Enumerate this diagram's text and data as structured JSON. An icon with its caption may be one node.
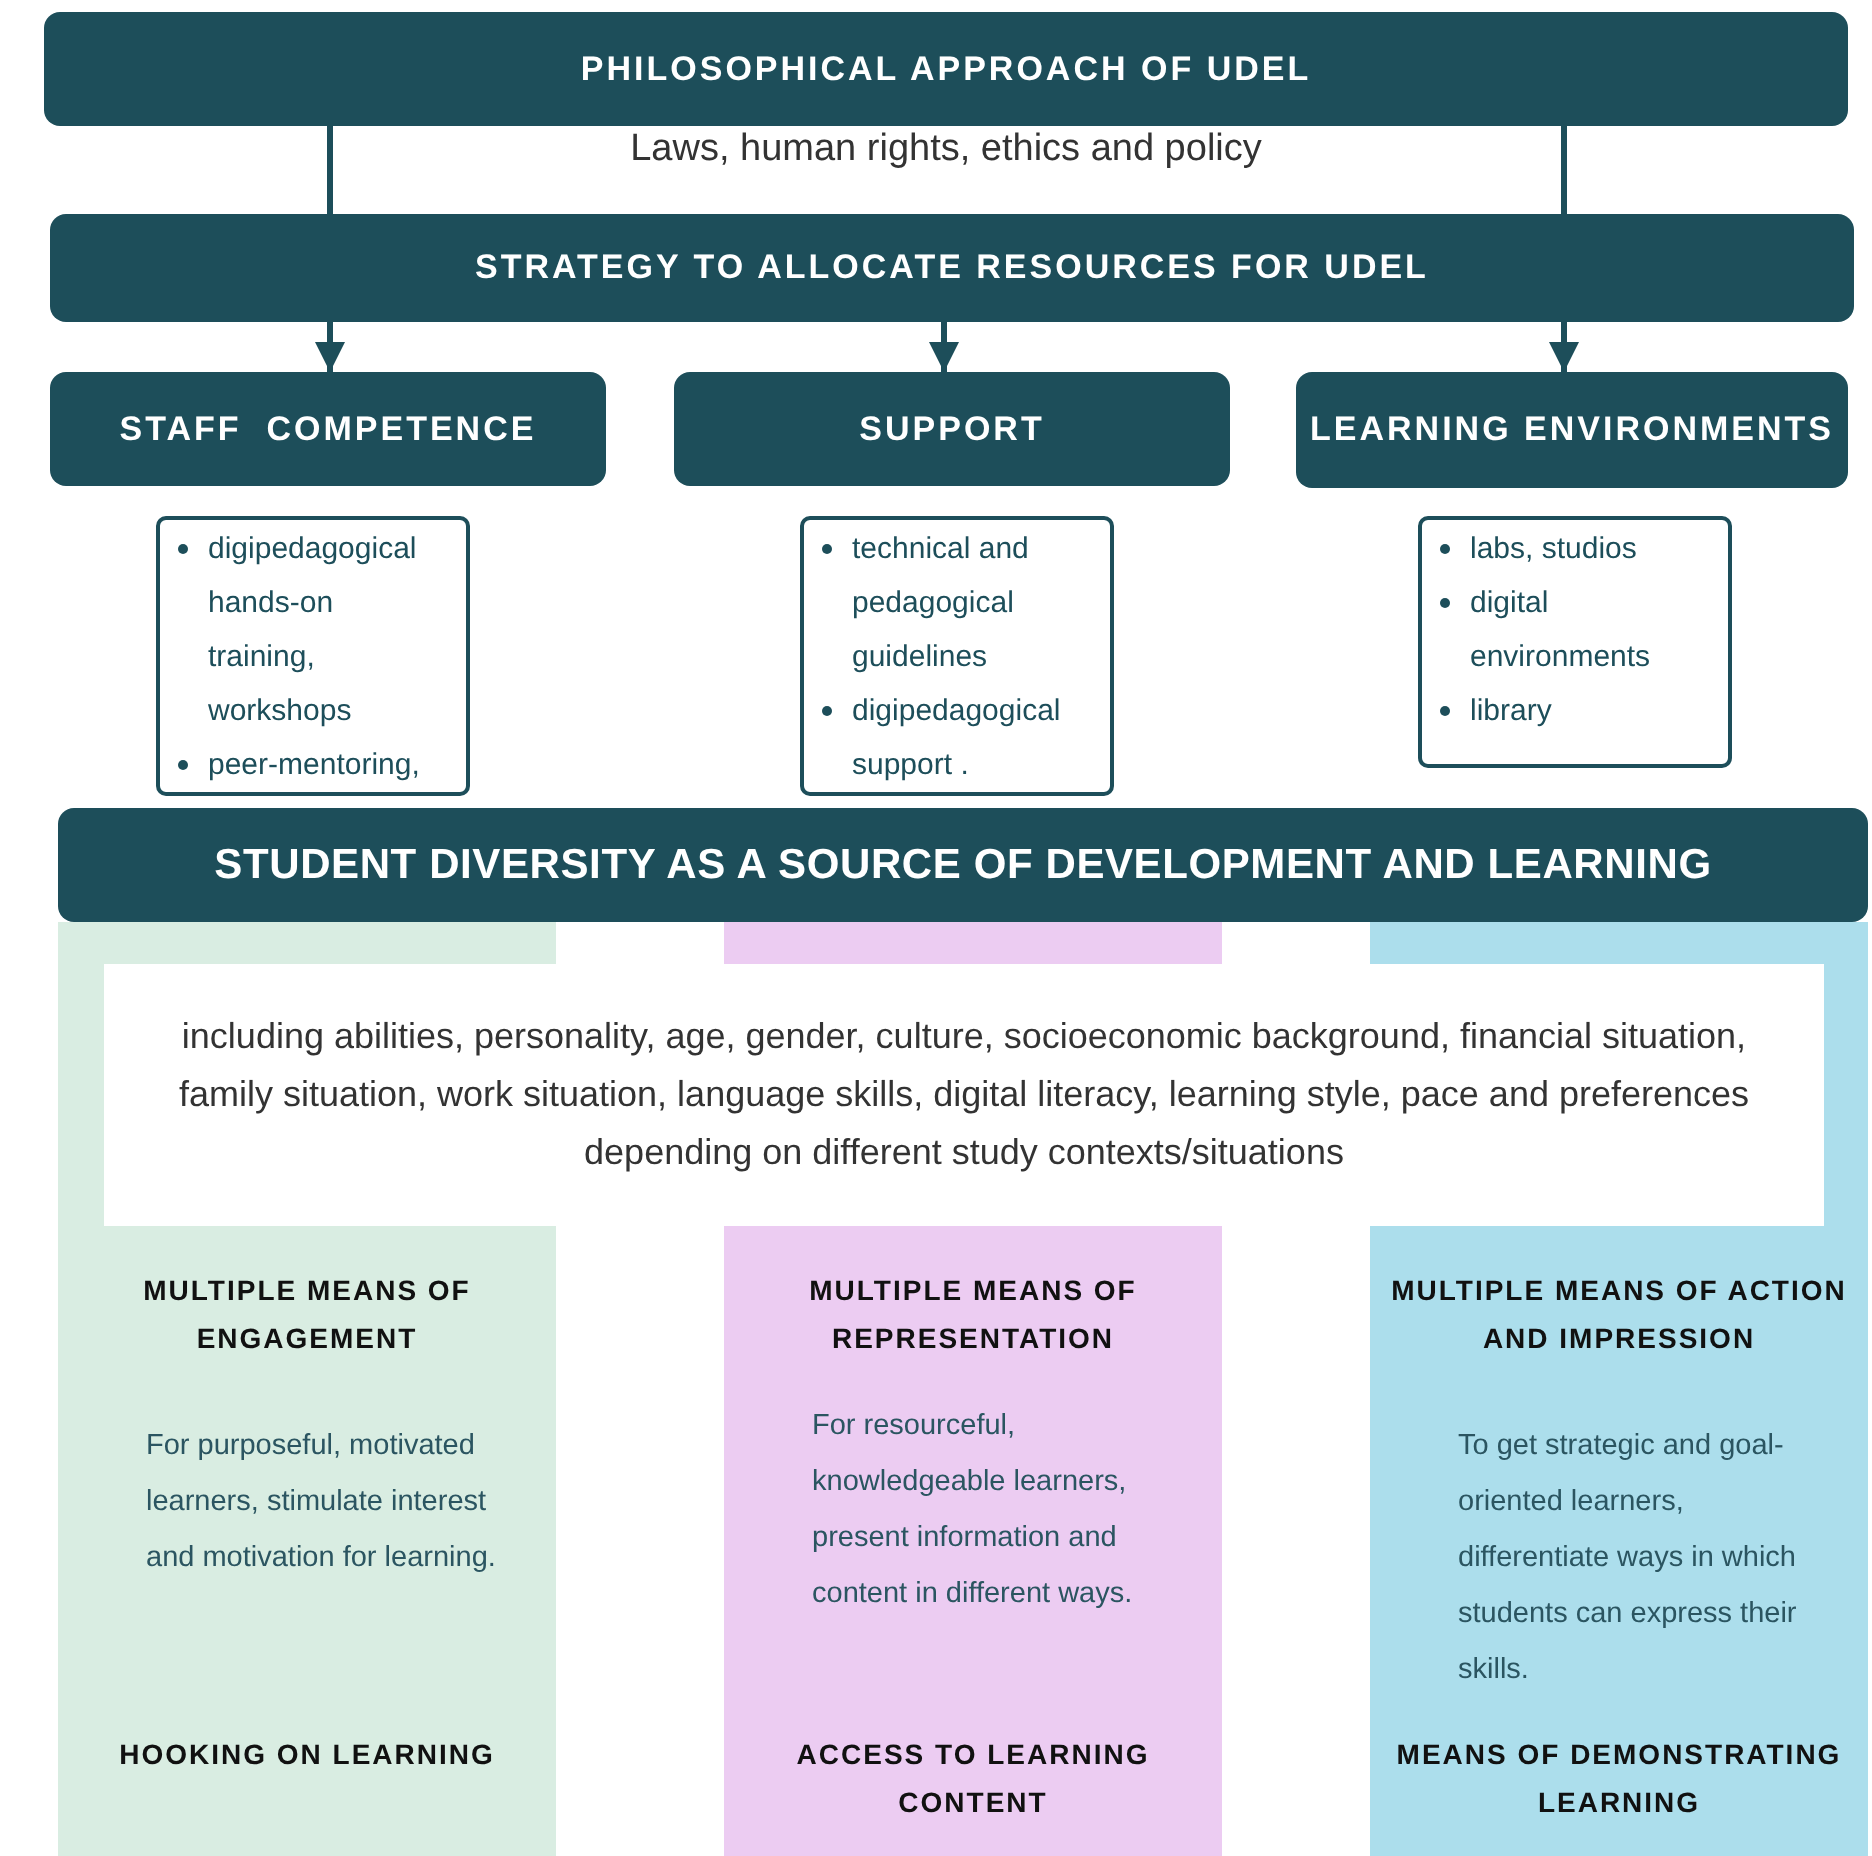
{
  "diagram": {
    "nodes": [
      {
        "text": [
          "PHILOSOPHICAL APPROACH OF UDEL"
        ]
      },
      {
        "text": [
          "STRATEGY TO ALLOCATE RESOURCES FOR UDEL"
        ]
      },
      {
        "text": [
          "STAFF  COMPETENCE"
        ]
      },
      {
        "text": [
          "SUPPORT"
        ]
      },
      {
        "text": [
          "LEARNING ENVIRONMENTS"
        ]
      },
      {
        "text": [
          "digipedagogical hands-on training, workshops",
          "peer-mentoring,"
        ]
      },
      {
        "text": [
          "technical and pedagogical guidelines",
          "digipedagogical support ."
        ]
      },
      {
        "text": [
          "labs, studios",
          "digital environments",
          "library"
        ]
      },
      {
        "text": [
          "STUDENT DIVERSITY AS A SOURCE OF DEVELOPMENT AND LEARNING"
        ]
      },
      {
        "text": [
          "including abilities, personality, age, gender, culture, socioeconomic background, financial situation, family situation, work situation, language skills, digital literacy, learning style, pace and preferences depending on different study contexts/situations"
        ]
      },
      {
        "text": [
          "MULTIPLE MEANS OF ENGAGEMENT",
          "For purposeful, motivated learners, stimulate interest and motivation for learning.",
          "HOOKING ON LEARNING"
        ]
      },
      {
        "text": [
          "MULTIPLE MEANS OF REPRESENTATION",
          "For resourceful, knowledgeable learners, present information and content in different ways.",
          "ACCESS TO LEARNING CONTENT"
        ]
      },
      {
        "text": [
          "MULTIPLE MEANS OF ACTION AND IMPRESSION",
          "To get strategic and goal-oriented learners, differentiate ways in which students can express their skills.",
          "MEANS OF DEMONSTRATING LEARNING"
        ]
      }
    ],
    "edges": [
      {
        "from": 0,
        "to": 1,
        "arrow": "none"
      },
      {
        "from": 0,
        "to": 1,
        "arrow": "none"
      },
      {
        "from": 1,
        "to": 2,
        "arrow": "to"
      },
      {
        "from": 1,
        "to": 3,
        "arrow": "to"
      },
      {
        "from": 1,
        "to": 4,
        "arrow": "to"
      }
    ],
    "labels": [
      "Laws, human rights, ethics and policy"
    ]
  }
}
